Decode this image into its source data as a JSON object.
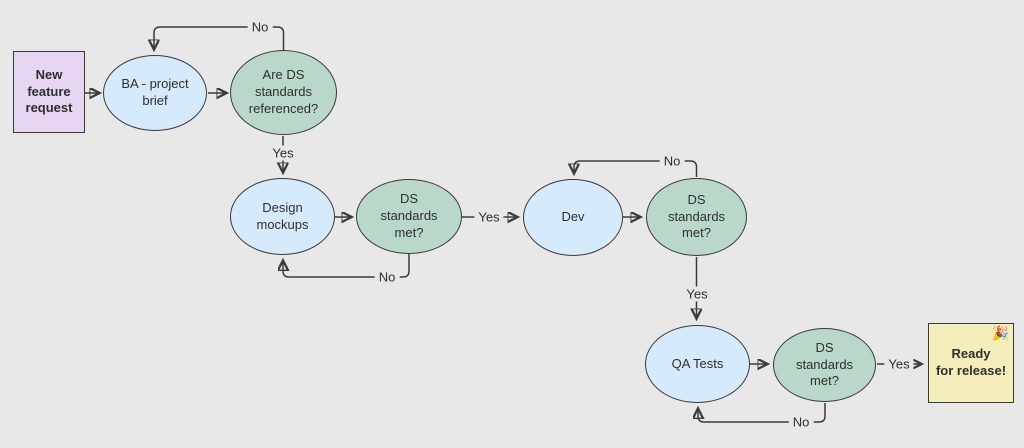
{
  "diagram": {
    "type": "flowchart",
    "colors": {
      "background": "#e8e8e8",
      "stroke": "#3b3b3b",
      "text": "#2f2f2f",
      "process_fill": "#d5eafb",
      "decision_fill": "#b9d8ca",
      "start_fill": "#e6d6f2",
      "end_fill": "#f4efba"
    },
    "nodes": [
      {
        "id": "new-feature-request",
        "shape": "rectangle",
        "label": "New\nfeature\nrequest"
      },
      {
        "id": "ba-project-brief",
        "shape": "ellipse",
        "label": "BA - project\nbrief"
      },
      {
        "id": "are-ds-standards-referenced",
        "shape": "ellipse",
        "label": "Are DS\nstandards\nreferenced?"
      },
      {
        "id": "design-mockups",
        "shape": "ellipse",
        "label": "Design\nmockups"
      },
      {
        "id": "ds-standards-met-1",
        "shape": "ellipse",
        "label": "DS\nstandards\nmet?"
      },
      {
        "id": "dev",
        "shape": "ellipse",
        "label": "Dev"
      },
      {
        "id": "ds-standards-met-2",
        "shape": "ellipse",
        "label": "DS\nstandards\nmet?"
      },
      {
        "id": "qa-tests",
        "shape": "ellipse",
        "label": "QA Tests"
      },
      {
        "id": "ds-standards-met-3",
        "shape": "ellipse",
        "label": "DS\nstandards\nmet?"
      },
      {
        "id": "ready-for-release",
        "shape": "rectangle",
        "label": "Ready\nfor release!",
        "emoji": "🎉"
      }
    ],
    "edges": [
      {
        "from": "new-feature-request",
        "to": "ba-project-brief",
        "label": ""
      },
      {
        "from": "ba-project-brief",
        "to": "are-ds-standards-referenced",
        "label": ""
      },
      {
        "from": "are-ds-standards-referenced",
        "to": "ba-project-brief",
        "label": "No"
      },
      {
        "from": "are-ds-standards-referenced",
        "to": "design-mockups",
        "label": "Yes"
      },
      {
        "from": "design-mockups",
        "to": "ds-standards-met-1",
        "label": ""
      },
      {
        "from": "ds-standards-met-1",
        "to": "design-mockups",
        "label": "No"
      },
      {
        "from": "ds-standards-met-1",
        "to": "dev",
        "label": "Yes"
      },
      {
        "from": "dev",
        "to": "ds-standards-met-2",
        "label": ""
      },
      {
        "from": "ds-standards-met-2",
        "to": "dev",
        "label": "No"
      },
      {
        "from": "ds-standards-met-2",
        "to": "qa-tests",
        "label": "Yes"
      },
      {
        "from": "qa-tests",
        "to": "ds-standards-met-3",
        "label": ""
      },
      {
        "from": "ds-standards-met-3",
        "to": "qa-tests",
        "label": "No"
      },
      {
        "from": "ds-standards-met-3",
        "to": "ready-for-release",
        "label": "Yes"
      }
    ]
  }
}
